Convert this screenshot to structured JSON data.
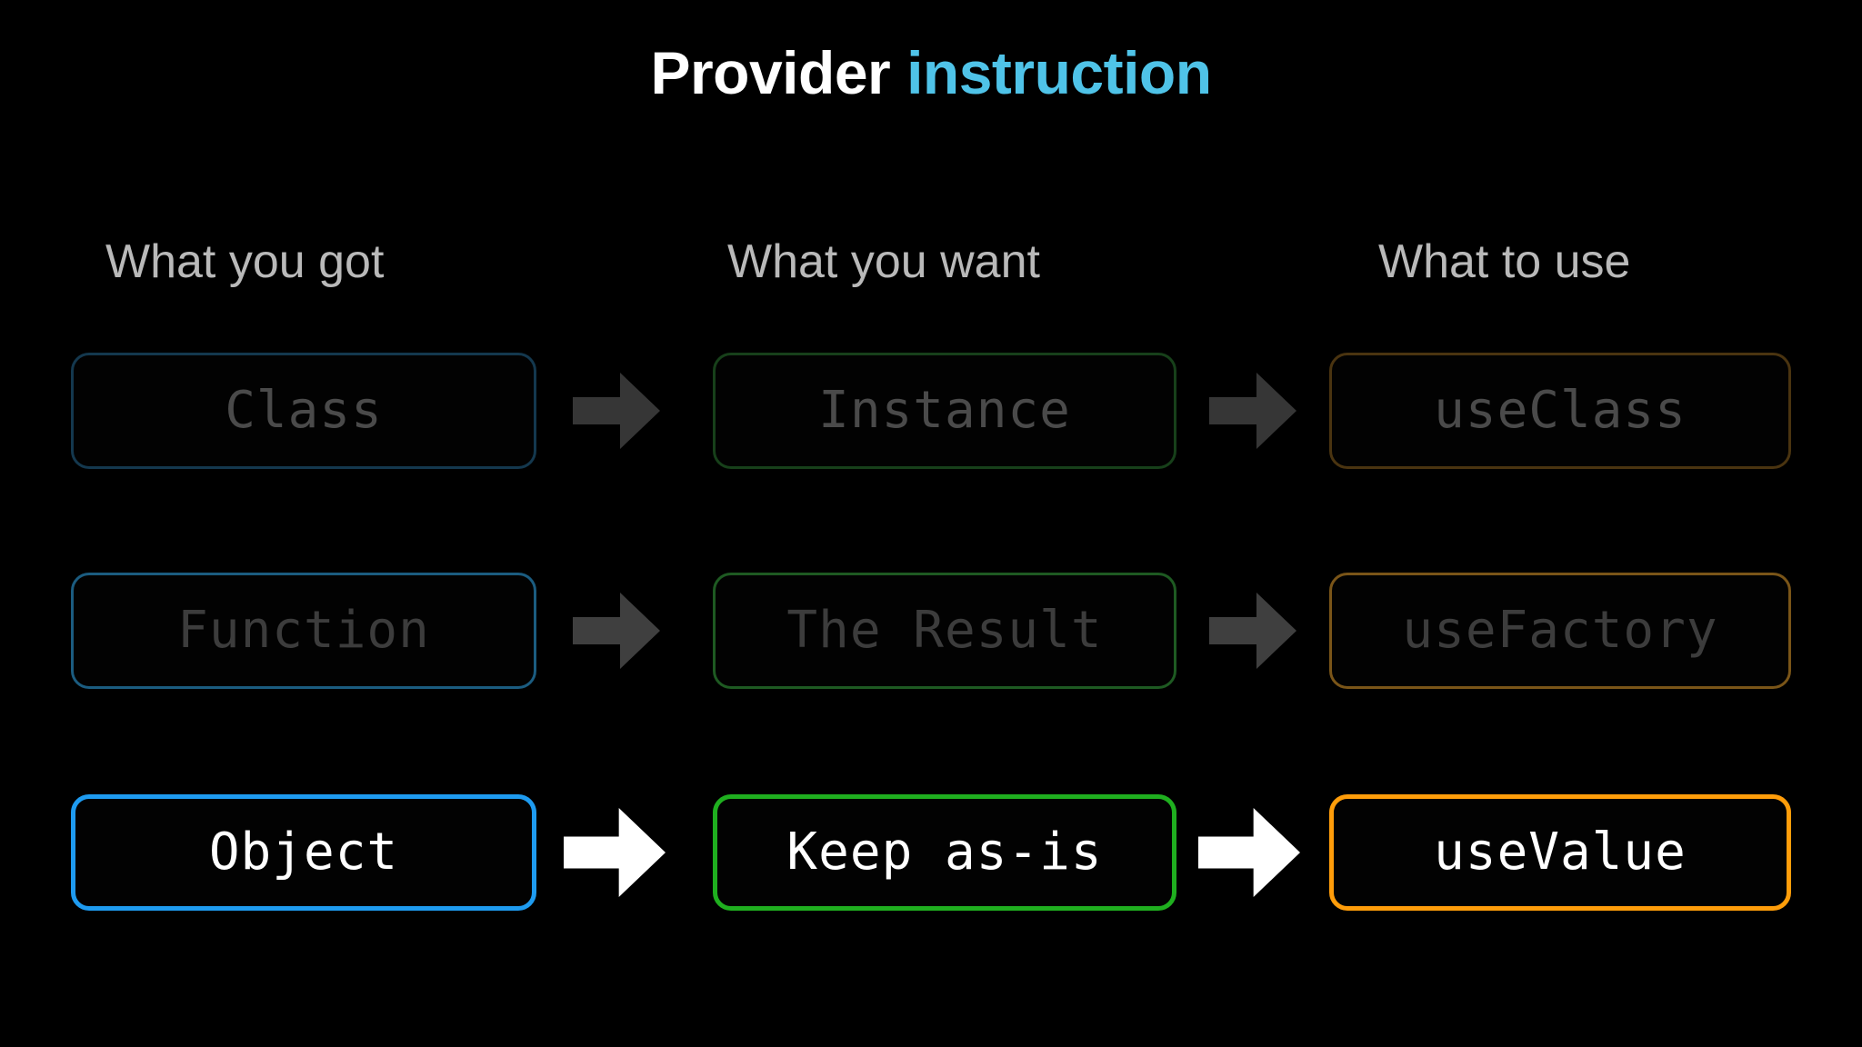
{
  "title": {
    "main": "Provider",
    "accent": "instruction"
  },
  "columns": [
    {
      "header": "What you got"
    },
    {
      "header": "What you want"
    },
    {
      "header": "What to use"
    }
  ],
  "arrow_icon": "arrow-right-icon",
  "rows": [
    {
      "state": "dimmed",
      "got": "Class",
      "want": "Instance",
      "use": "useClass"
    },
    {
      "state": "dimmed",
      "got": "Function",
      "want": "The Result",
      "use": "useFactory"
    },
    {
      "state": "active",
      "got": "Object",
      "want": "Keep as-is",
      "use": "useValue"
    }
  ],
  "colors": {
    "background": "#000000",
    "title_main": "#ffffff",
    "title_accent": "#4FC3E8",
    "header_text": "#B9B9B9",
    "got_border_active": "#1E9BF0",
    "want_border_active": "#1FAF1F",
    "use_border_active": "#FF9D0A",
    "got_border_dim": "#14384E",
    "want_border_dim": "#17401A",
    "use_border_dim": "#4A3410",
    "label_active": "#FFFFFF",
    "label_dim": "#4A4A4A",
    "arrow_active": "#FFFFFF",
    "arrow_dim": "#363636"
  }
}
